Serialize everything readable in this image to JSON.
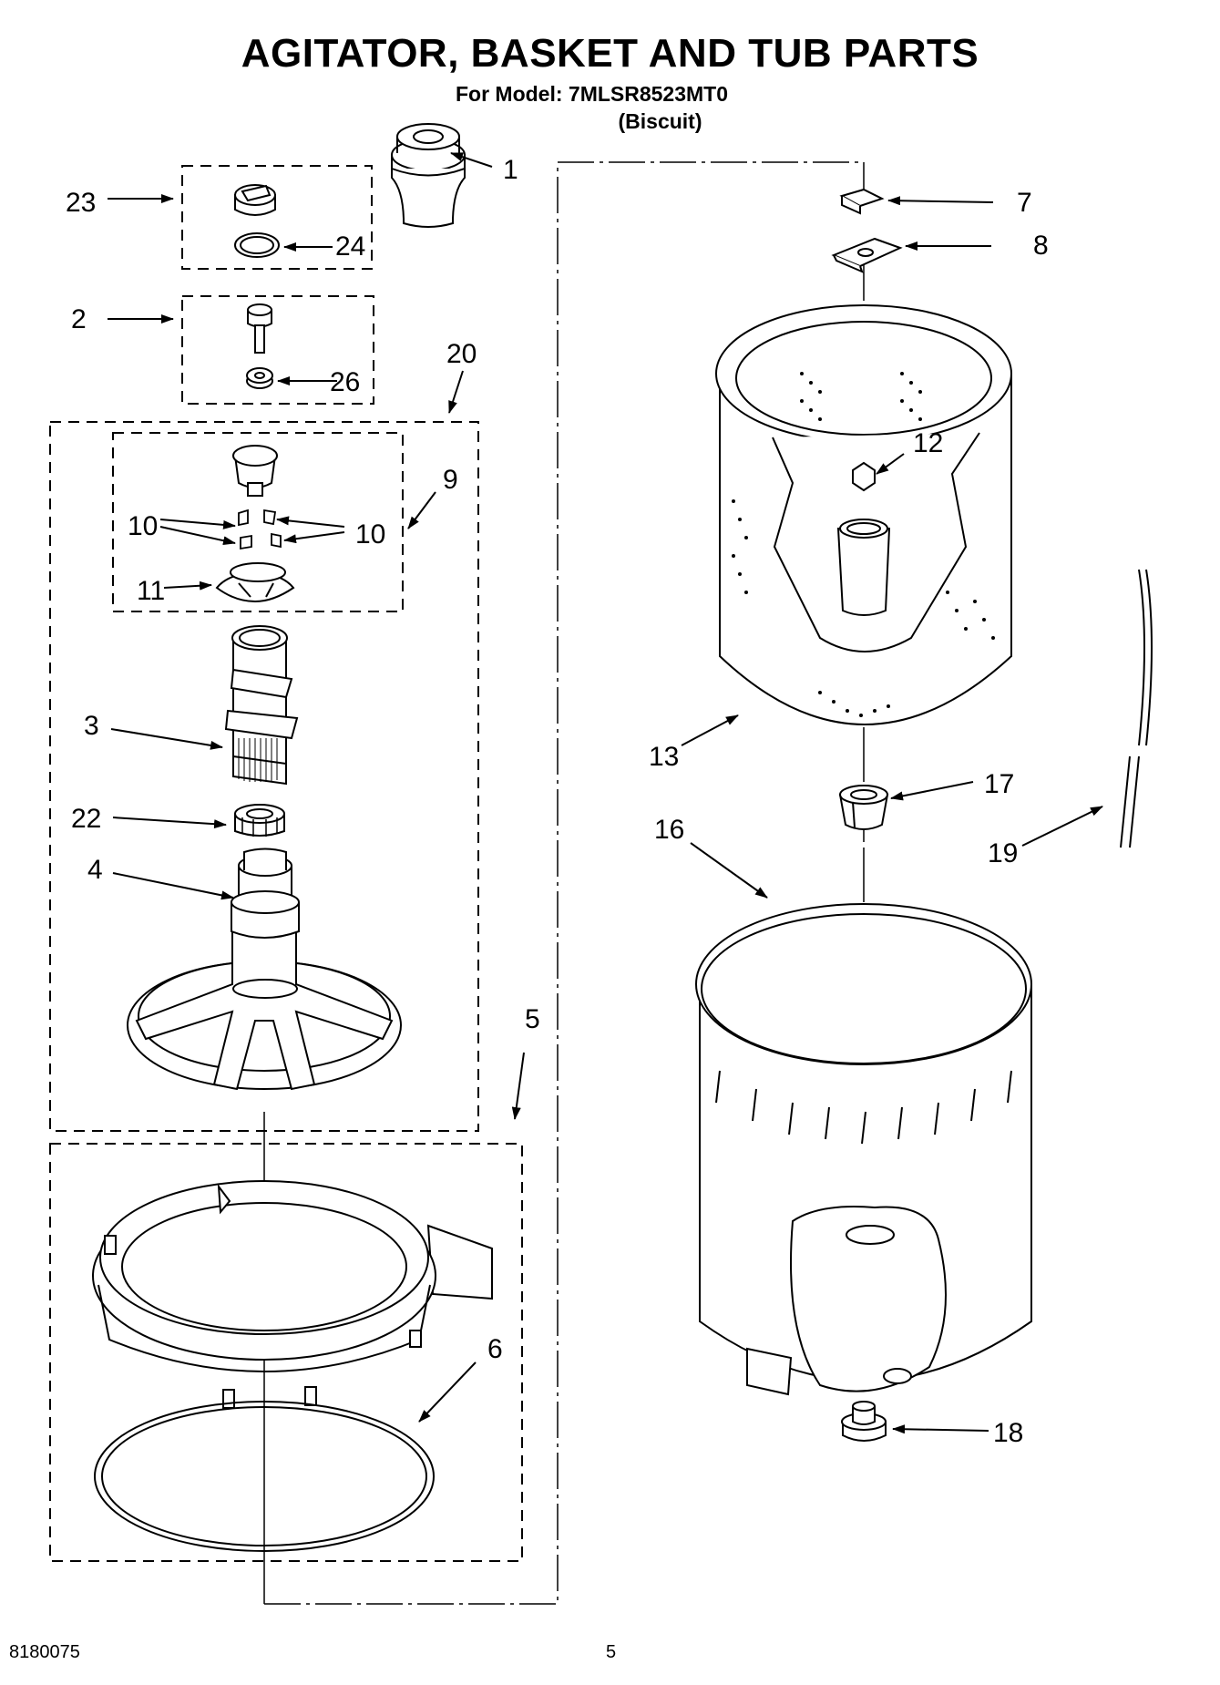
{
  "title": "AGITATOR, BASKET AND TUB PARTS",
  "model_line": "For Model: 7MLSR8523MT0",
  "color_line": "(Biscuit)",
  "callouts": {
    "c1": "1",
    "c2": "2",
    "c3": "3",
    "c4": "4",
    "c5": "5",
    "c6": "6",
    "c7": "7",
    "c8": "8",
    "c9": "9",
    "c10a": "10",
    "c10b": "10",
    "c11": "11",
    "c12": "12",
    "c13": "13",
    "c16": "16",
    "c17": "17",
    "c18": "18",
    "c19": "19",
    "c20": "20",
    "c22": "22",
    "c23": "23",
    "c24": "24",
    "c26": "26"
  },
  "footer": {
    "doc_number": "8180075",
    "page": "5"
  }
}
